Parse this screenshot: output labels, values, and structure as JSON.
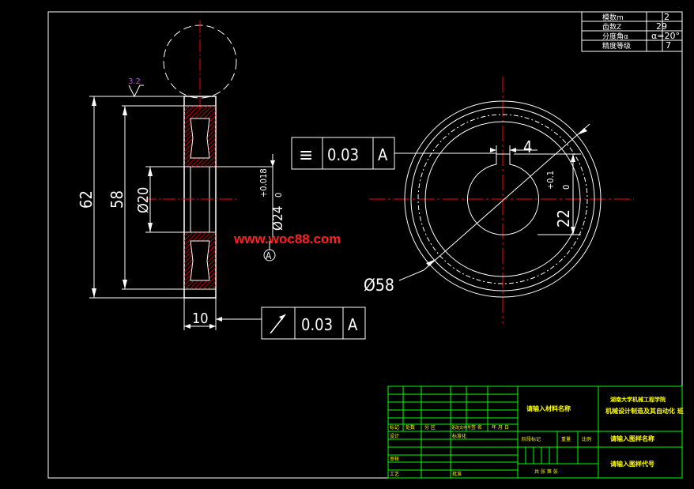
{
  "gear_params": {
    "rows": [
      {
        "label": "模数m",
        "value": "2"
      },
      {
        "label": "齿数Z",
        "value": "29"
      },
      {
        "label": "分度角α",
        "value": "α=20°"
      },
      {
        "label": "精度等级",
        "value": "7"
      }
    ]
  },
  "side_view": {
    "roughness": "3.2",
    "dim_62": "62",
    "dim_58": "58",
    "dim_phi20": "Ø20",
    "dim_phi24": "Ø24",
    "tol_upper": "+0.018",
    "tol_lower": "0",
    "dim_10": "10",
    "datum": "A"
  },
  "front_view": {
    "dim_4": "4",
    "dim_22": "22",
    "dim_22_tol_upper": "+0.1",
    "dim_22_tol_lower": "0",
    "dim_phi58": "Ø58"
  },
  "gdt": {
    "symmetry": {
      "symbol": "≡",
      "value": "0.03",
      "datum": "A"
    },
    "runout": {
      "symbol": "↗",
      "value": "0.03",
      "datum": "A"
    }
  },
  "watermark": "www.woc88.com",
  "title_block": {
    "material": "请输入材料名称",
    "school": "湖南大学机械工程学院",
    "course": "机械设计制造及其自动化  班",
    "drawing_name": "请输入图样名称",
    "drawing_code": "请输入图样代号",
    "row_marks": [
      "标记",
      "处数",
      "分  区",
      "更改文件号",
      "签  名",
      "年 月 日"
    ],
    "design": "设计",
    "standardize": "标准化",
    "review": "审核",
    "process": "工艺",
    "approve": "批准",
    "stage_label": "阶段标记",
    "weight_label": "重量",
    "scale_label": "比例",
    "sheet_label": "共  张  第  张"
  }
}
